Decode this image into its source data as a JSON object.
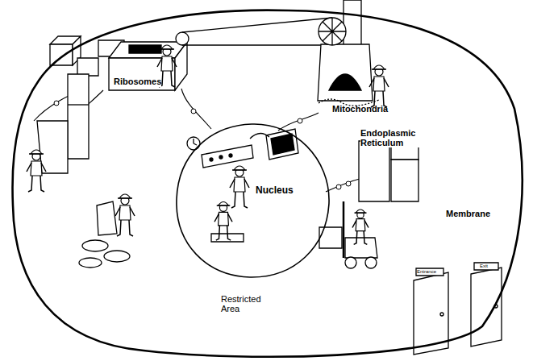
{
  "diagram": {
    "nodes": [
      {
        "text": [
          "Membrane"
        ]
      },
      {
        "text": [
          "Nucleus"
        ],
        "in": 0
      }
    ],
    "labels": [
      "Ribosomes",
      "Mitochondria",
      "Endoplasmic Reticulum",
      "Restricted Area",
      "Entrance",
      "Exit"
    ]
  }
}
